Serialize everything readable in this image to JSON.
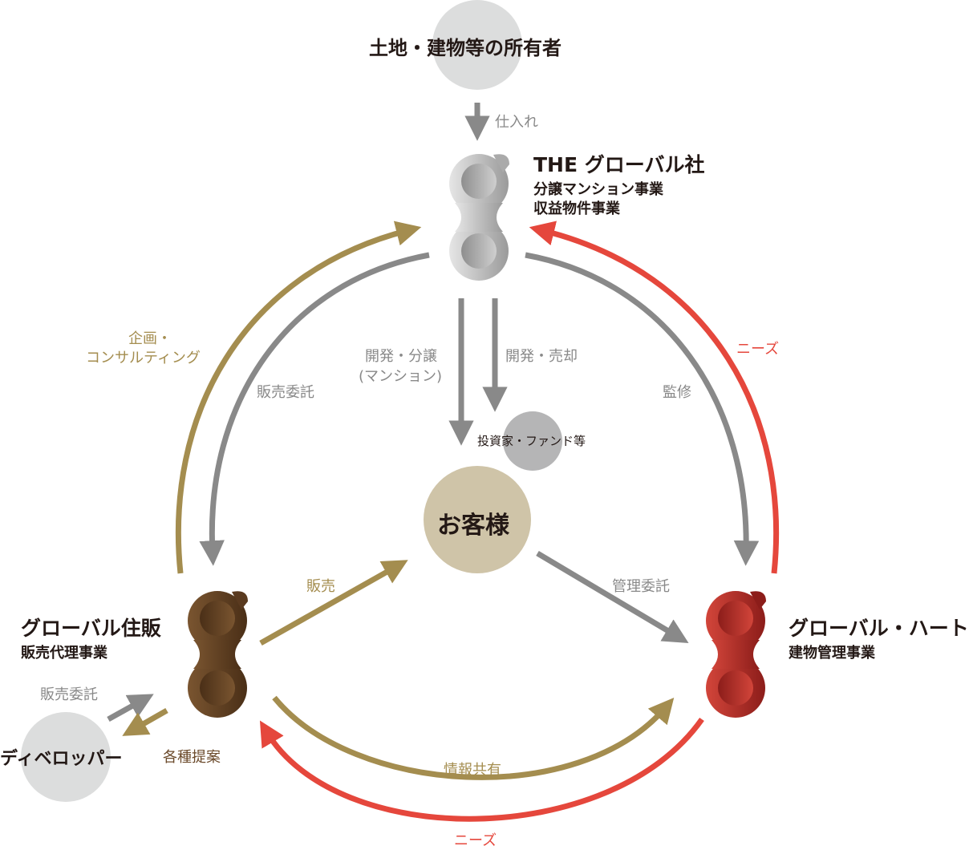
{
  "nodes": {
    "owner": "土地・建物等の所有者",
    "the_global": {
      "name": "THE グローバル社",
      "lines": [
        "分譲マンション事業",
        "収益物件事業"
      ]
    },
    "customer": "お客様",
    "investor": "投資家・ファンド等",
    "jyuhan": {
      "name": "グローバル住販",
      "lines": [
        "販売代理事業"
      ]
    },
    "heart": {
      "name": "グローバル・ハート",
      "lines": [
        "建物管理事業"
      ]
    },
    "developer": "ディベロッパー"
  },
  "edges": {
    "purchase": "仕入れ",
    "consulting": [
      "企画・",
      "コンサルティング"
    ],
    "sales_consign_top": "販売委託",
    "develop_sale": [
      "開発・分譲",
      "(マンション)"
    ],
    "develop_sell": "開発・売却",
    "supervision": "監修",
    "needs_right": "ニーズ",
    "sales": "販売",
    "management_consign": "管理委託",
    "info_share": "情報共有",
    "needs_bottom": "ニーズ",
    "sales_consign_dev": "販売委託",
    "proposals": "各種提案"
  },
  "colors": {
    "gold": "#a48d4f",
    "gray": "#898989",
    "red": "#e5473c",
    "brown": "#6b4a2b",
    "light_circle": "#dcdddd",
    "customer_circle": "#cfc4a8"
  }
}
